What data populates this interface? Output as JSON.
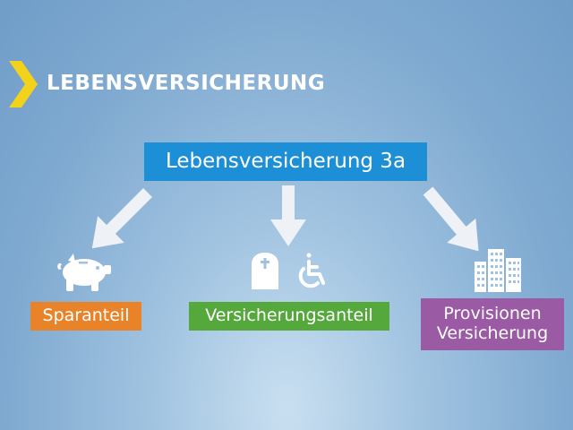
{
  "heading": "LEBENSVERSICHERUNG",
  "main_box": {
    "label": "Lebensversicherung 3a",
    "color": "#1c8fd6"
  },
  "branches": [
    {
      "label_line1": "Sparanteil",
      "label_line2": "",
      "color": "#e8832a",
      "icon": "piggy-bank-icon"
    },
    {
      "label_line1": "Versicherungsanteil",
      "label_line2": "",
      "color": "#54a83c",
      "icons": [
        "gravestone-icon",
        "wheelchair-icon"
      ]
    },
    {
      "label_line1": "Provisionen",
      "label_line2": "Versicherung",
      "color": "#9a5aa4",
      "icon": "office-buildings-icon"
    }
  ],
  "colors": {
    "accent": "#f2d21b",
    "arrow": "#eef2f6",
    "icon": "#ffffff"
  }
}
